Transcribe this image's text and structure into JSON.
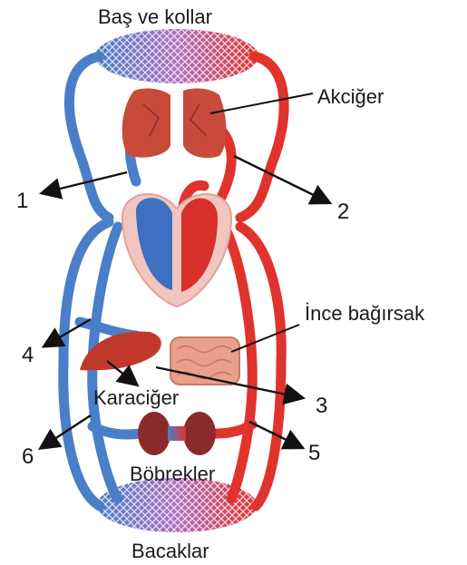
{
  "labels": {
    "head": "Baş ve kollar",
    "lungs": "Akciğer",
    "intestine": "İnce bağırsak",
    "liver": "Karaciğer",
    "kidneys": "Böbrekler",
    "legs": "Bacaklar"
  },
  "numbers": {
    "n1": "1",
    "n2": "2",
    "n3": "3",
    "n4": "4",
    "n5": "5",
    "n6": "6"
  },
  "colors": {
    "vein_blue": "#4a7fc8",
    "vein_blue_dark": "#2f5fa8",
    "artery_red": "#e0332e",
    "artery_red_dark": "#b8221f",
    "capillary_purple": "#b070c0",
    "heart_pink": "#f2c6c0",
    "lung_red": "#c84a3a",
    "liver_red": "#c0392b",
    "kidney_dark": "#8a2a2a",
    "intestine": "#e8a08a",
    "arrow": "#111111"
  }
}
